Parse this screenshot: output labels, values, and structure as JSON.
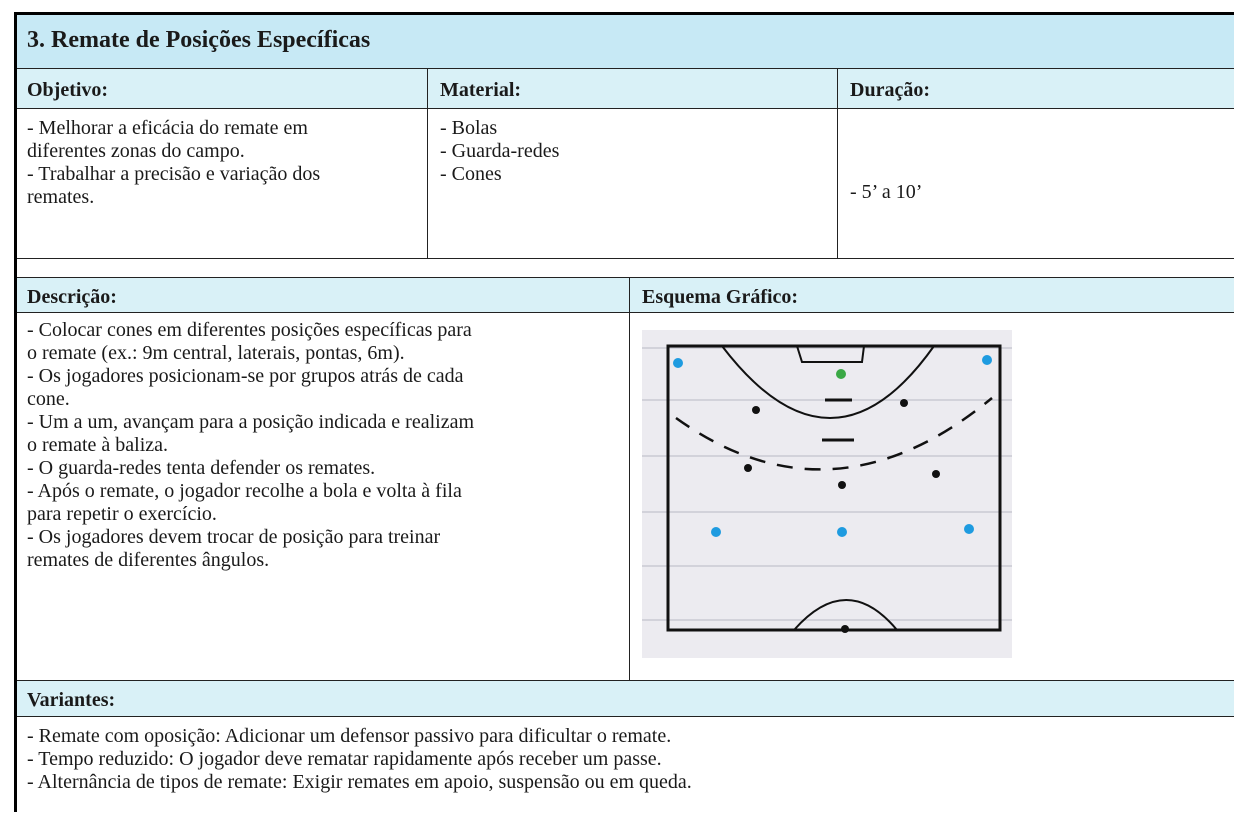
{
  "title": "3. Remate de Posições Específicas",
  "headers": {
    "objetivo": "Objetivo:",
    "material": "Material:",
    "duracao": "Duração:",
    "descricao": "Descrição:",
    "esquema": "Esquema Gráfico:",
    "variantes": "Variantes:"
  },
  "objetivo_lines": [
    "- Melhorar a eficácia do remate em",
    "diferentes zonas do campo.",
    "- Trabalhar a precisão e variação dos",
    "remates."
  ],
  "material_lines": [
    "- Bolas",
    "- Guarda-redes",
    "- Cones"
  ],
  "duracao": "- 5’ a 10’",
  "descricao_lines": [
    "- Colocar cones em diferentes posições específicas para",
    "o remate (ex.: 9m central, laterais, pontas, 6m).",
    "- Os jogadores posicionam-se por grupos atrás de cada",
    "cone.",
    "- Um a um, avançam para a posição indicada e realizam",
    "o remate à baliza.",
    "- O guarda-redes tenta defender os remates.",
    "- Após o remate, o jogador recolhe a bola e volta à fila",
    "para repetir o exercício.",
    "- Os jogadores devem trocar de posição para treinar",
    "remates de diferentes ângulos."
  ],
  "variantes_lines": [
    "- Remate com oposição: Adicionar um defensor passivo para dificultar o remate.",
    "- Tempo reduzido: O jogador deve rematar rapidamente após receber um passe.",
    "- Alternância de tipos de remate: Exigir remates em apoio, suspensão ou em queda."
  ],
  "colors": {
    "header_bg": "#d9f1f7",
    "title_bg": "#c7e9f5",
    "cone_blue": "#1e9be0",
    "ball_green": "#3aa845"
  }
}
